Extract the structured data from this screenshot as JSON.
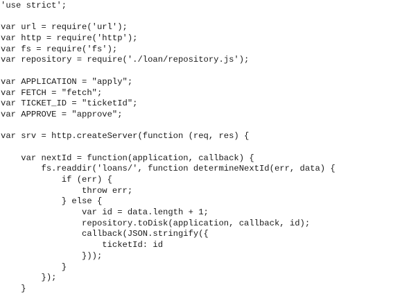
{
  "code": {
    "lines": [
      "'use strict';",
      "",
      "var url = require('url');",
      "var http = require('http');",
      "var fs = require('fs');",
      "var repository = require('./loan/repository.js');",
      "",
      "var APPLICATION = \"apply\";",
      "var FETCH = \"fetch\";",
      "var TICKET_ID = \"ticketId\";",
      "var APPROVE = \"approve\";",
      "",
      "var srv = http.createServer(function (req, res) {",
      "",
      "    var nextId = function(application, callback) {",
      "        fs.readdir('loans/', function determineNextId(err, data) {",
      "            if (err) {",
      "                throw err;",
      "            } else {",
      "                var id = data.length + 1;",
      "                repository.toDisk(application, callback, id);",
      "                callback(JSON.stringify({",
      "                    ticketId: id",
      "                }));",
      "            }",
      "        });",
      "    }"
    ]
  }
}
